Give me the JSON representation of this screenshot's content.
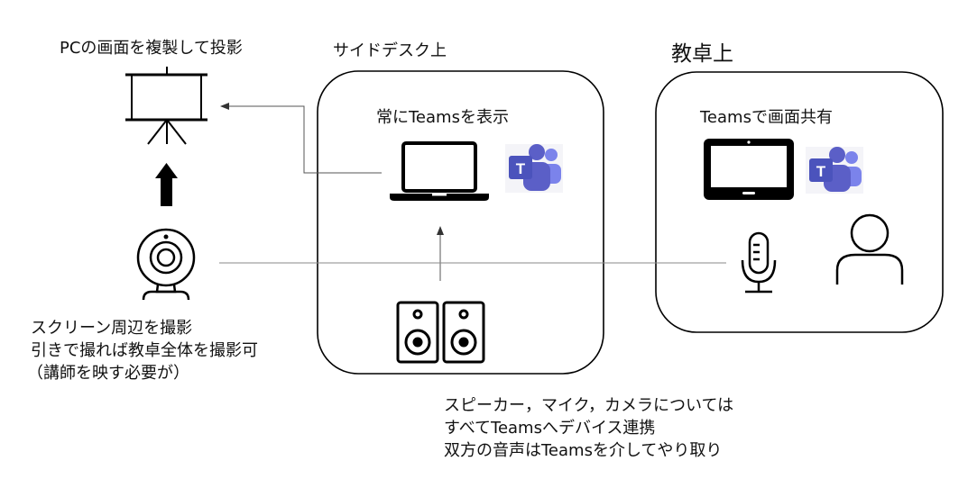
{
  "labels": {
    "projector_caption": "PCの画面を複製して投影",
    "side_desk_title": "サイドデスク上",
    "side_desk_caption": "常にTeamsを表示",
    "lectern_title": "教卓上",
    "lectern_caption": "Teamsで画面共有",
    "camera_notes": [
      "スクリーン周辺を撮影",
      "引きで撮れば教卓全体を撮影可",
      "（講師を映す必要が）"
    ],
    "footer_notes": [
      "スピーカー，マイク，カメラについては",
      "すべてTeamsへデバイス連携",
      "双方の音声はTeamsを介してやり取り"
    ]
  },
  "icons": {
    "projector_screen": "projector-screen-icon",
    "laptop": "laptop-icon",
    "teams_logo": "teams-logo-icon",
    "tablet": "tablet-icon",
    "webcam": "webcam-icon",
    "microphone": "microphone-icon",
    "speakers": "speakers-icon",
    "person": "person-icon"
  },
  "colors": {
    "teams_dark": "#4b53bc",
    "teams_mid": "#5b5fc7",
    "teams_light": "#7b83eb",
    "line": "#000000",
    "connector": "#555555"
  }
}
